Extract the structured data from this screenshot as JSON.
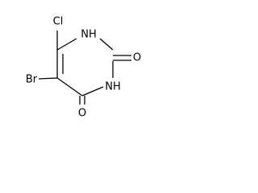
{
  "molecule": {
    "atoms": {
      "cl": "Cl",
      "nh_top": "NH",
      "o_right": "O",
      "nh_bottom": "NH",
      "o_bottom": "O",
      "br": "Br"
    },
    "bond_color": "#000000",
    "background": "#ffffff"
  }
}
